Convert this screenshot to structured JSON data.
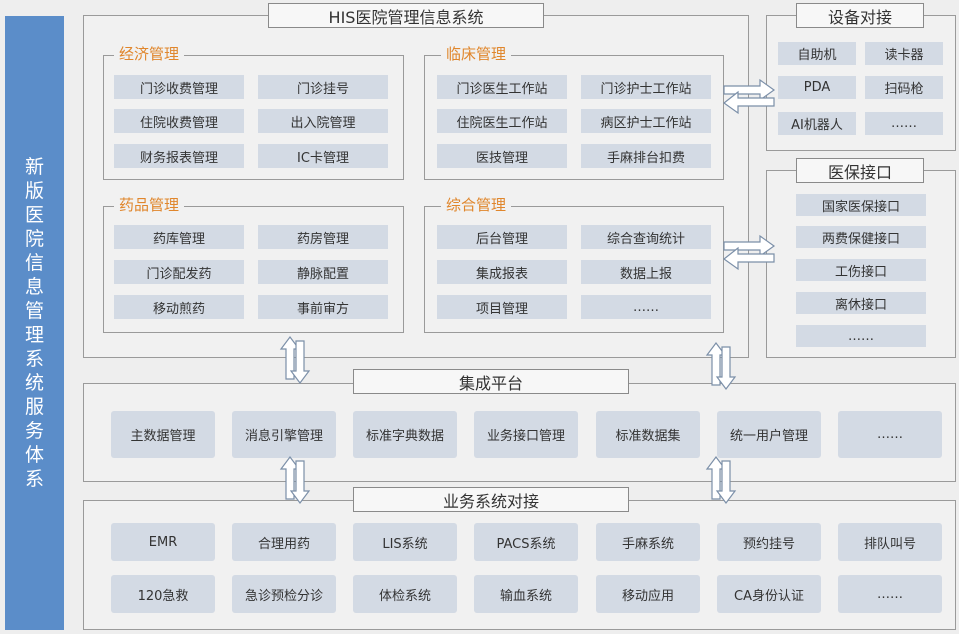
{
  "side_title": "新版医院信息管理系统服务体系",
  "his": {
    "title": "HIS医院管理信息系统",
    "groups": [
      {
        "title": "经济管理",
        "items": [
          "门诊收费管理",
          "门诊挂号",
          "住院收费管理",
          "出入院管理",
          "财务报表管理",
          "IC卡管理"
        ]
      },
      {
        "title": "临床管理",
        "items": [
          "门诊医生工作站",
          "门诊护士工作站",
          "住院医生工作站",
          "病区护士工作站",
          "医技管理",
          "手麻排台扣费"
        ]
      },
      {
        "title": "药品管理",
        "items": [
          "药库管理",
          "药房管理",
          "门诊配发药",
          "静脉配置",
          "移动煎药",
          "事前审方"
        ]
      },
      {
        "title": "综合管理",
        "items": [
          "后台管理",
          "综合查询统计",
          "集成报表",
          "数据上报",
          "项目管理",
          "……"
        ]
      }
    ]
  },
  "devices": {
    "title": "设备对接",
    "items": [
      "自助机",
      "读卡器",
      "PDA",
      "扫码枪",
      "AI机器人",
      "……"
    ]
  },
  "insurance": {
    "title": "医保接口",
    "items": [
      "国家医保接口",
      "两费保健接口",
      "工伤接口",
      "离休接口",
      "……"
    ]
  },
  "platform": {
    "title": "集成平台",
    "items": [
      "主数据管理",
      "消息引擎管理",
      "标准字典数据",
      "业务接口管理",
      "标准数据集",
      "统一用户管理",
      "……"
    ]
  },
  "business": {
    "title": "业务系统对接",
    "row1": [
      "EMR",
      "合理用药",
      "LIS系统",
      "PACS系统",
      "手麻系统",
      "预约挂号",
      "排队叫号"
    ],
    "row2": [
      "120急救",
      "急诊预检分诊",
      "体检系统",
      "输血系统",
      "移动应用",
      "CA身份认证",
      "……"
    ]
  }
}
